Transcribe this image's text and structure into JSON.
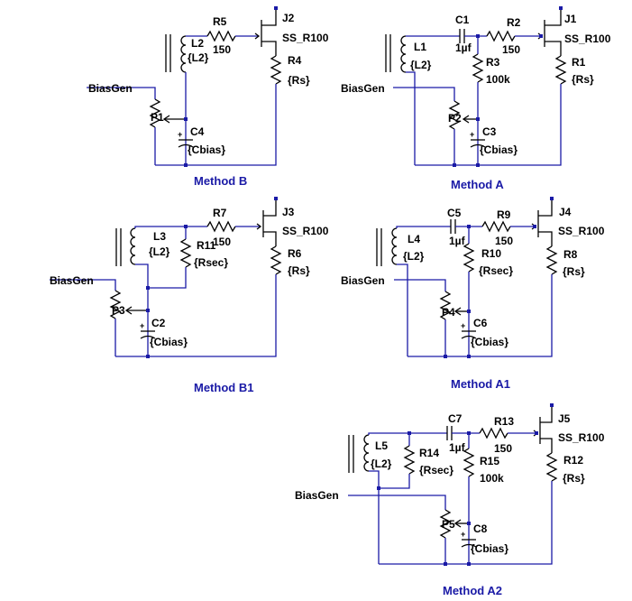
{
  "diagram": {
    "method_b": {
      "title": "Method B",
      "source": "BiasGen",
      "r5": "R5",
      "r5_val": "150",
      "j2": "J2",
      "j2_model": "SS_R100",
      "l2": "L2",
      "l2_val": "{L2}",
      "r4": "R4",
      "r4_val": "{Rs}",
      "p1": "P1",
      "c4": "C4",
      "c4_val": "{Cbias}"
    },
    "method_a": {
      "title": "Method A",
      "source": "BiasGen",
      "c1": "C1",
      "c1_val": "1µf",
      "r2": "R2",
      "r2_val": "150",
      "j1": "J1",
      "j1_model": "SS_R100",
      "l1": "L1",
      "l1_val": "{L2}",
      "r3": "R3",
      "r3_val": "100k",
      "r1": "R1",
      "r1_val": "{Rs}",
      "p2": "P2",
      "c3": "C3",
      "c3_val": "{Cbias}"
    },
    "method_b1": {
      "title": "Method B1",
      "source": "BiasGen",
      "r7": "R7",
      "r7_val": "150",
      "j3": "J3",
      "j3_model": "SS_R100",
      "l3": "L3",
      "l3_val": "{L2}",
      "r11": "R11",
      "r11_val": "{Rsec}",
      "r6": "R6",
      "r6_val": "{Rs}",
      "p3": "P3",
      "c2": "C2",
      "c2_val": "{Cbias}"
    },
    "method_a1": {
      "title": "Method A1",
      "source": "BiasGen",
      "c5": "C5",
      "c5_val": "1µf",
      "r9": "R9",
      "r9_val": "150",
      "j4": "J4",
      "j4_model": "SS_R100",
      "l4": "L4",
      "l4_val": "{L2}",
      "r10": "R10",
      "r10_val": "{Rsec}",
      "r8": "R8",
      "r8_val": "{Rs}",
      "p4": "P4",
      "c6": "C6",
      "c6_val": "{Cbias}"
    },
    "method_a2": {
      "title": "Method A2",
      "source": "BiasGen",
      "c7": "C7",
      "c7_val": "1µf",
      "r13": "R13",
      "r13_val": "150",
      "j5": "J5",
      "j5_model": "SS_R100",
      "l5": "L5",
      "l5_val": "{L2}",
      "r14": "R14",
      "r14_val": "{Rsec}",
      "r15": "R15",
      "r15_val": "100k",
      "r12": "R12",
      "r12_val": "{Rs}",
      "p5": "P5",
      "c8": "C8",
      "c8_val": "{Cbias}"
    }
  }
}
